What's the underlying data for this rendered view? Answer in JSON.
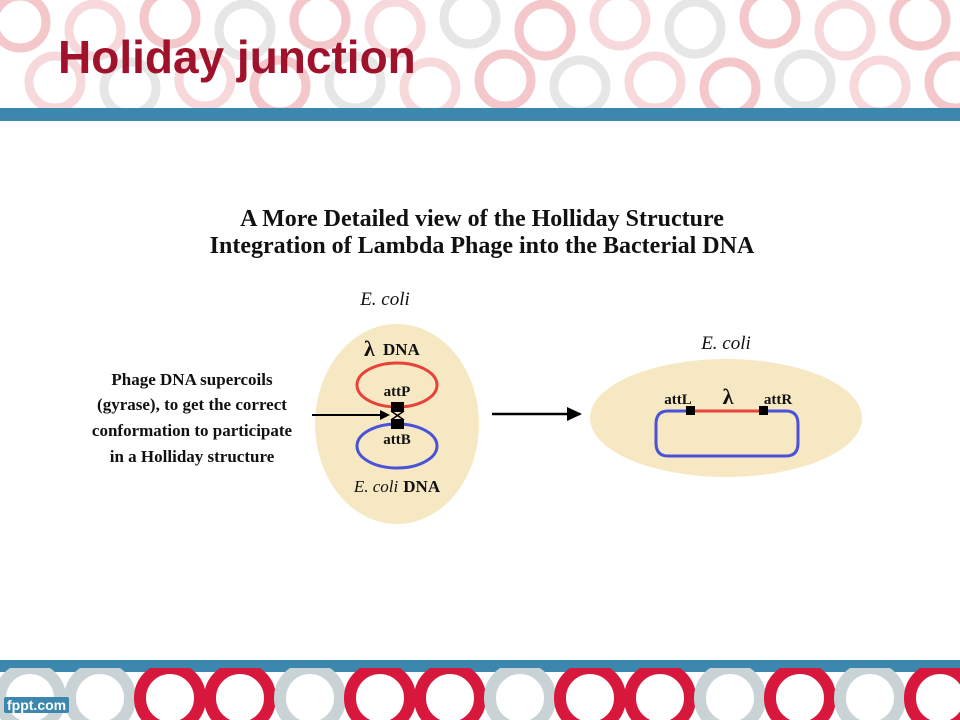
{
  "slide": {
    "title": "Holiday junction",
    "watermark": "fppt.com"
  },
  "figure": {
    "heading_line1": "A More Detailed view of the Holliday Structure",
    "heading_line2": "Integration of Lambda Phage into the Bacterial DNA",
    "left_panel": {
      "cell_label": "E. coli",
      "lambda_symbol": "λ",
      "phage_dna_label": "DNA",
      "attP_label": "attP",
      "attB_label": "attB",
      "ecoli_dna_italic": "E. coli",
      "ecoli_dna_suffix": "DNA"
    },
    "callout_lines": [
      "Phage DNA supercoils",
      "(gyrase), to get the correct",
      "conformation to participate",
      "in a Holliday structure"
    ],
    "right_panel": {
      "cell_label": "E. coli",
      "attL_label": "attL",
      "lambda_symbol": "λ",
      "attR_label": "attR"
    },
    "colors": {
      "cell_fill": "#f7e8c4",
      "phage_dna": "#e8423a",
      "bacterial_dna": "#4a52d8",
      "title": "#a0112b",
      "band": "#3c87ad"
    }
  }
}
